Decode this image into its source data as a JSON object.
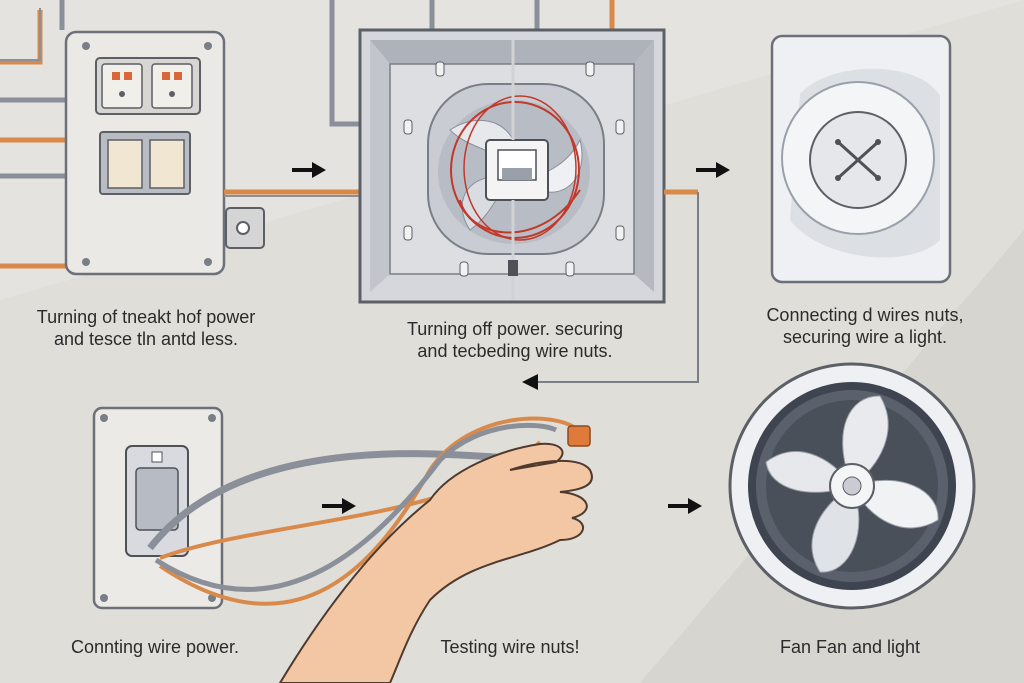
{
  "colors": {
    "background": "#e4e3df",
    "panel": "#eceae6",
    "metal": "#9aa0aa",
    "wire_orange": "#d98a4a",
    "wire_gray": "#8a8f99",
    "wire_red": "#c0392b",
    "arrow": "#111111",
    "skin": "#f3c7a3",
    "text": "#2b2b2b"
  },
  "steps": [
    {
      "icon": "wall-switch-panel-icon",
      "lines": [
        "Turning of tneakt hof power",
        "and tesce tln antd less."
      ]
    },
    {
      "icon": "fan-housing-wiring-icon",
      "lines": [
        "Turning off power. securing",
        "and tecbeding wire  nuts."
      ]
    },
    {
      "icon": "fan-cover-plate-icon",
      "lines": [
        "Connecting d wires nuts,",
        "securing wire a light."
      ]
    },
    {
      "icon": "light-switch-hand-icon",
      "lines": [
        "Connting wire power."
      ]
    },
    {
      "icon": "wire-nut-hand-icon",
      "lines": [
        "Testing wire nuts!"
      ]
    },
    {
      "icon": "exhaust-fan-icon",
      "lines": [
        "Fan Fan and light"
      ]
    }
  ]
}
